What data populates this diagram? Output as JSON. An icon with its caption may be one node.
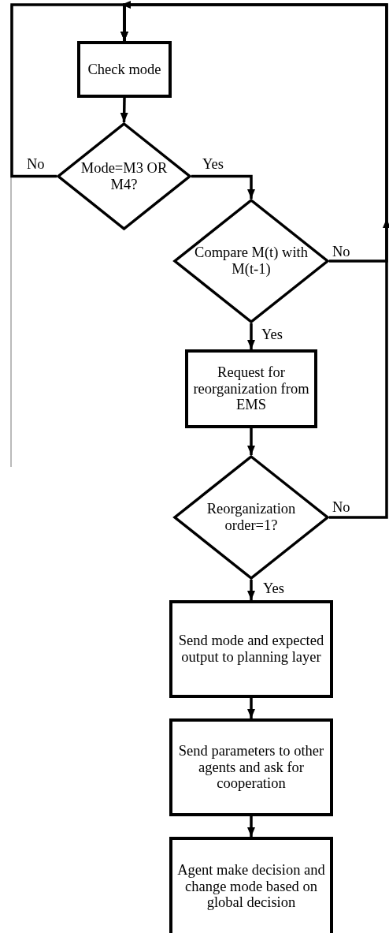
{
  "diagram": {
    "nodes": [
      {
        "text": [
          "Check mode"
        ]
      },
      {
        "text": [
          "Mode=M3 OR M4?"
        ]
      },
      {
        "text": [
          "Compare M(t) with M(t-1)"
        ]
      },
      {
        "text": [
          "Request for reorganization from EMS"
        ]
      },
      {
        "text": [
          "Reorganization order=1?"
        ]
      },
      {
        "text": [
          "Send mode and expected output to planning layer"
        ]
      },
      {
        "text": [
          "Send parameters to other agents and ask for cooperation"
        ]
      },
      {
        "text": [
          "Agent make decision and change mode based on global decision"
        ]
      }
    ],
    "edges": [
      {
        "from": 0,
        "to": 1,
        "arrow": "to"
      },
      {
        "from": 1,
        "to": 0,
        "arrow": "to",
        "label": "No"
      },
      {
        "from": 1,
        "to": 2,
        "arrow": "to",
        "label": "Yes"
      },
      {
        "from": 2,
        "to": 0,
        "arrow": "to",
        "label": "No"
      },
      {
        "from": 2,
        "to": 3,
        "arrow": "to",
        "label": "Yes"
      },
      {
        "from": 3,
        "to": 4,
        "arrow": "to"
      },
      {
        "from": 4,
        "to": 0,
        "arrow": "to",
        "label": "No"
      },
      {
        "from": 4,
        "to": 5,
        "arrow": "to",
        "label": "Yes"
      },
      {
        "from": 5,
        "to": 6,
        "arrow": "to"
      },
      {
        "from": 6,
        "to": 7,
        "arrow": "to"
      }
    ]
  }
}
